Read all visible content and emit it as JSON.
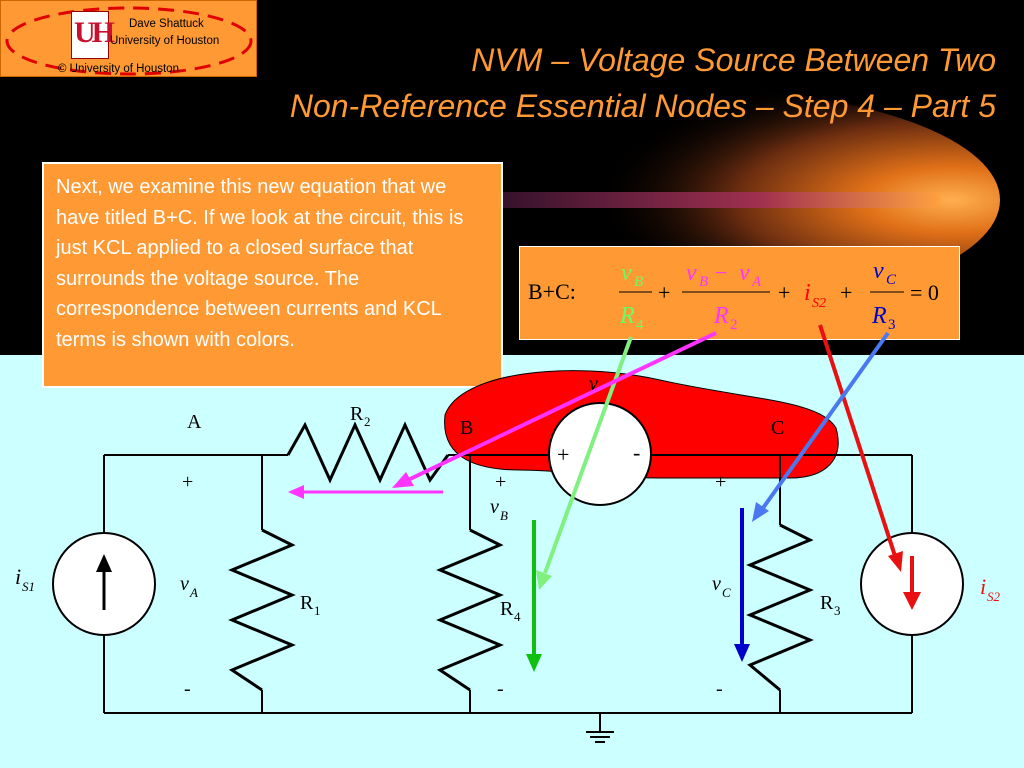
{
  "header": {
    "logo_author": "Dave Shattuck",
    "logo_university": "University of Houston",
    "logo_copyright": "© University of Houston",
    "logo_mark": "UH",
    "title_line1": "NVM – Voltage Source Between Two",
    "title_line2": "Non-Reference Essential Nodes – Step 4 – Part 5"
  },
  "explanation": "Next, we examine this new equation that we have titled B+C.  If we look at the circuit, this is just KCL applied to a closed surface that surrounds the voltage source. The correspondence between currents and KCL terms is shown with colors.",
  "equation": {
    "label": "B+C:",
    "t1_num_v": "v",
    "t1_num_sub": "B",
    "t1_den": "R",
    "t1_den_sub": "4",
    "plus1": "+",
    "t2_num_v1": "v",
    "t2_num_sub1": "B",
    "t2_minus": "−",
    "t2_num_v2": "v",
    "t2_num_sub2": "A",
    "t2_den": "R",
    "t2_den_sub": "2",
    "plus2": "+",
    "t3_i": "i",
    "t3_sub": "S2",
    "plus3": "+",
    "t4_num_v": "v",
    "t4_num_sub": "C",
    "t4_den": "R",
    "t4_den_sub": "3",
    "equals": "= 0"
  },
  "circuit": {
    "node_a": "A",
    "node_b": "B",
    "node_c": "C",
    "r1": "R",
    "r1_sub": "1",
    "r2": "R",
    "r2_sub": "2",
    "r3": "R",
    "r3_sub": "3",
    "r4": "R",
    "r4_sub": "4",
    "is1": "i",
    "is1_sub": "S1",
    "is2": "i",
    "is2_sub": "S2",
    "va": "v",
    "va_sub": "A",
    "vb": "v",
    "vb_sub": "B",
    "vc": "v",
    "vc_sub": "C",
    "vs_partial": "v",
    "plus": "+",
    "minus": "-"
  },
  "colors": {
    "accent_orange": "#ff9933",
    "term_r4": "#66ff66",
    "term_r2": "#ff33ff",
    "term_is2": "#ff0000",
    "term_r3": "#0000cc",
    "surface_red": "#ff0000",
    "arrow_green": "#80f080",
    "arrow_magenta": "#ff33ff",
    "arrow_red": "#e81010",
    "arrow_blue": "#4a78f0"
  }
}
